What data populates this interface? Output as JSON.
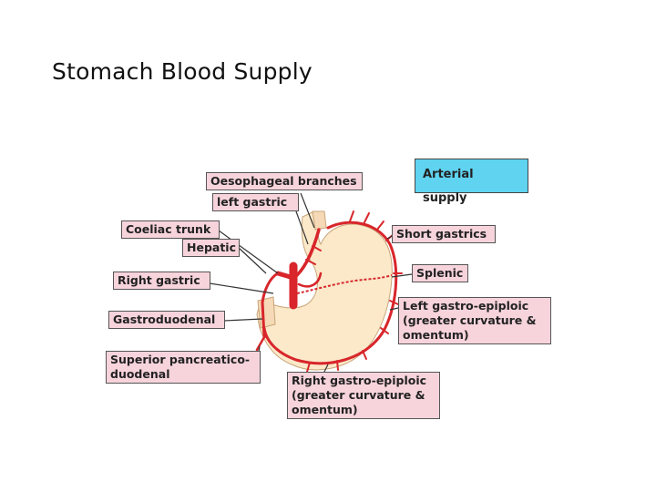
{
  "title": "Stomach Blood Supply",
  "legend": "Arterial supply",
  "labels": {
    "oesophageal": "Oesophageal branches",
    "left_gastric": "left gastric",
    "coeliac": "Coeliac trunk",
    "hepatic": "Hepatic",
    "right_gastric": "Right gastric",
    "gastroduodenal": "Gastroduodenal",
    "sup_panc_1": "Superior pancreatico-",
    "sup_panc_2": "duodenal",
    "short_gastrics": "Short gastrics",
    "splenic": "Splenic",
    "lge_1": "Left gastro-epiploic",
    "lge_2": "(greater curvature &",
    "lge_3": "omentum)",
    "rge_1": "Right gastro-epiploic",
    "rge_2": "(greater curvature &",
    "rge_3": "omentum)"
  },
  "colors": {
    "label_bg": "#f7d4dc",
    "legend_bg": "#5fd3f0",
    "artery": "#d8262b",
    "stomach": "#fbe9c9"
  }
}
